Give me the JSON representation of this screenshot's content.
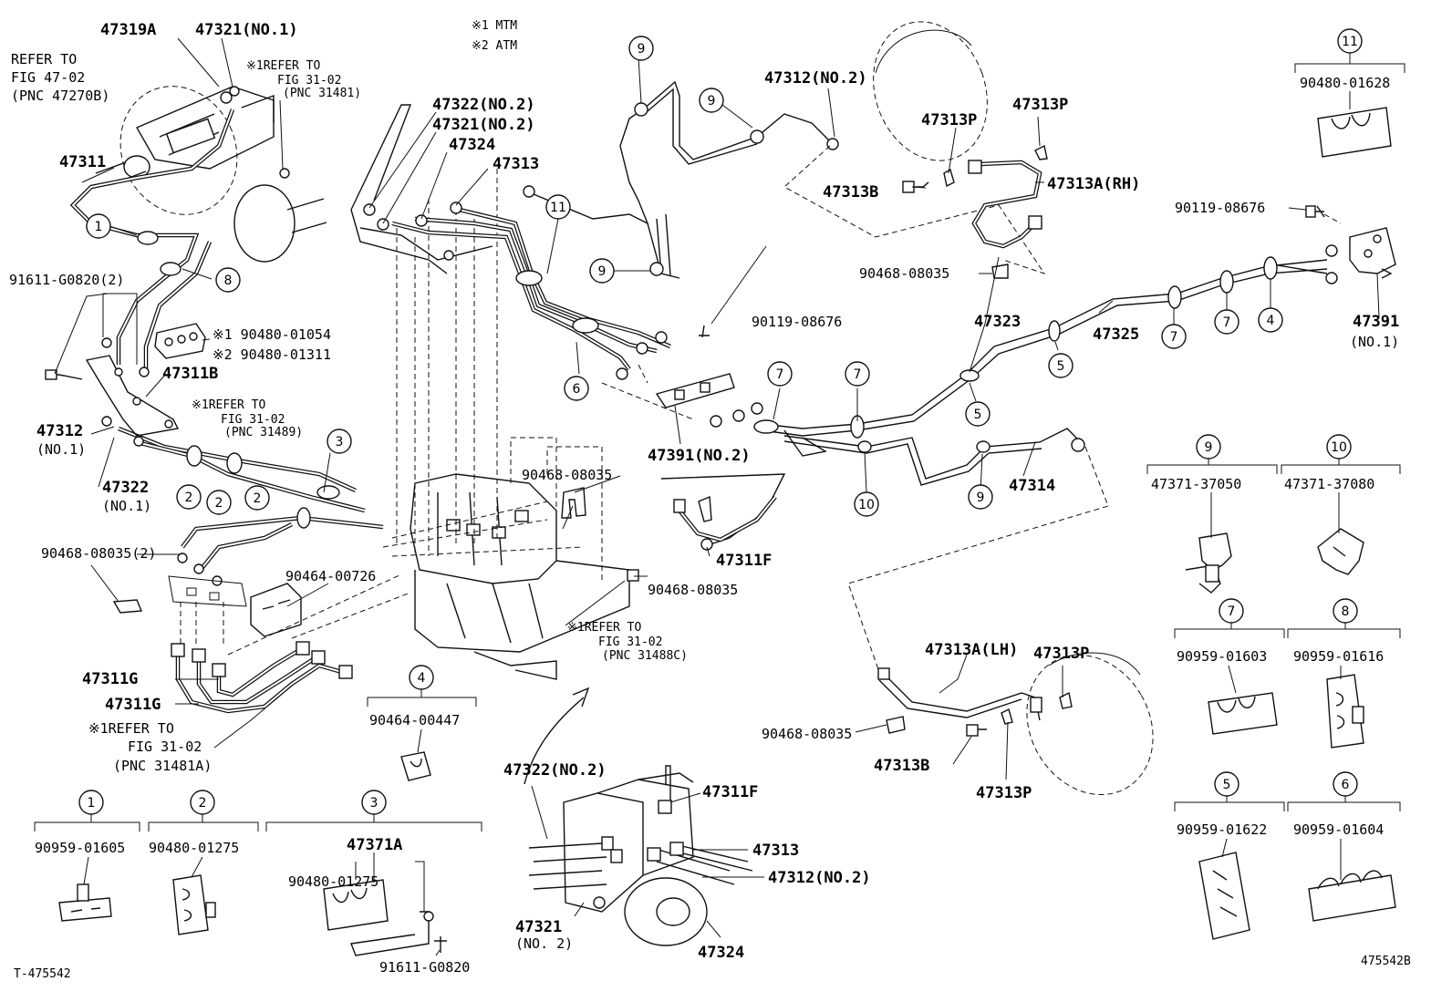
{
  "labels": {
    "l47319A": "47319A",
    "l47321no1": "47321(NO.1)",
    "referTo": "REFER TO",
    "fig4702": "FIG 47-02",
    "pnc47270B": "(PNC 47270B)",
    "refer1a": "※1REFER TO",
    "fig3102a": "FIG 31-02",
    "pnc31481": "(PNC 31481)",
    "l47311": "47311",
    "l91611_2": "91611-G0820(2)",
    "l90480_01054": "※1 90480-01054",
    "l90480_01311": "※2 90480-01311",
    "l47311B": "47311B",
    "refer1b": "※1REFER TO",
    "fig3102b": "FIG 31-02",
    "pnc31489": "(PNC 31489)",
    "l47312no1": "47312",
    "no1a": "(NO.1)",
    "l47322no1": "47322",
    "no1b": "(NO.1)",
    "l90468_2": "90468-08035(2)",
    "l90464_00726": "90464-00726",
    "l47311G_a": "47311G",
    "l47311G_b": "47311G",
    "refer1c": "※1REFER TO",
    "fig3102c": "FIG 31-02",
    "pnc31481A": "(PNC 31481A)",
    "mtm": "※1 MTM",
    "atm": "※2 ATM",
    "l47322no2": "47322(NO.2)",
    "l47321no2": "47321(NO.2)",
    "l47324": "47324",
    "l47313": "47313",
    "l90468_top": "90468-08035",
    "l47311F_a": "47311F",
    "l90468_mid": "90468-08035",
    "refer1d": "※1REFER TO",
    "fig3102d": "FIG 31-02",
    "pnc31488C": "(PNC 31488C)",
    "l47312no2": "47312(NO.2)",
    "l47313P_a": "47313P",
    "l47313P_b": "47313P",
    "l47313B_a": "47313B",
    "l47313A_RH": "47313A(RH)",
    "l90468_rh": "90468-08035",
    "l90119_a": "90119-08676",
    "l90119_b": "90119-08676",
    "l47323": "47323",
    "l47325": "47325",
    "l47391no1": "47391",
    "no1c": "(NO.1)",
    "l47391no2": "47391(NO.2)",
    "l47314": "47314",
    "l47313A_LH": "47313A(LH)",
    "l47313P_c": "47313P",
    "l90468_lh": "90468-08035",
    "l47313B_b": "47313B",
    "l47313P_d": "47313P",
    "l47322no2b": "47322(NO.2)",
    "l47311F_b": "47311F",
    "l47313b": "47313",
    "l47312no2b": "47312(NO.2)",
    "l47321no2b": "47321",
    "no2": "(NO. 2)",
    "l47324b": "47324",
    "l90480_01628": "90480-01628",
    "l47371_37050": "47371-37050",
    "l47371_37080": "47371-37080",
    "l90959_01603": "90959-01603",
    "l90959_01616": "90959-01616",
    "l90959_01622": "90959-01622",
    "l90959_01604": "90959-01604",
    "l90464_00447": "90464-00447",
    "l90959_01605": "90959-01605",
    "l90480_01275a": "90480-01275",
    "l47371A": "47371A",
    "l90480_01275b": "90480-01275",
    "l91611_b": "91611-G0820",
    "figId": "T-475542",
    "figCode": "475542B"
  },
  "callouts": {
    "c1": "1",
    "c2": "2",
    "c3": "3",
    "c4": "4",
    "c5": "5",
    "c6": "6",
    "c7": "7",
    "c8": "8",
    "c9": "9",
    "c10": "10",
    "c11": "11"
  }
}
